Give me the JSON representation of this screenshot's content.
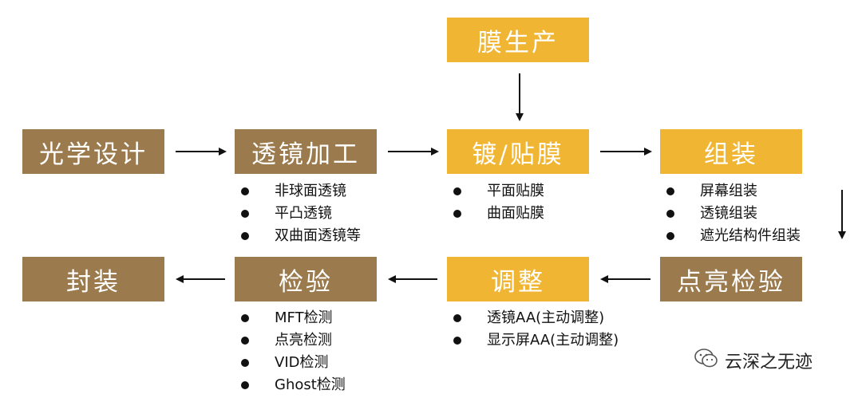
{
  "diagram": {
    "boxes": {
      "film_production": "膜生产",
      "optical_design": "光学设计",
      "lens_processing": "透镜加工",
      "coating_film": "镀/贴膜",
      "assembly": "组装",
      "packaging": "封装",
      "inspection": "检验",
      "adjustment": "调整",
      "light_on_inspection": "点亮检验"
    },
    "lists": {
      "lens_processing": [
        "非球面透镜",
        "平凸透镜",
        "双曲面透镜等"
      ],
      "coating_film": [
        "平面贴膜",
        "曲面贴膜"
      ],
      "assembly": [
        "屏幕组装",
        "透镜组装",
        "遮光结构件组装"
      ],
      "adjustment": [
        "透镜AA(主动调整)",
        "显示屏AA(主动调整)"
      ],
      "inspection": [
        "MFT检测",
        "点亮检测",
        "VID检测",
        "Ghost检测"
      ]
    },
    "colors": {
      "brown": "#9b7b4d",
      "gold": "#f0b633",
      "arrow": "#111111"
    }
  },
  "watermark": {
    "text": "云深之无迹",
    "icon": "wechat-icon"
  }
}
